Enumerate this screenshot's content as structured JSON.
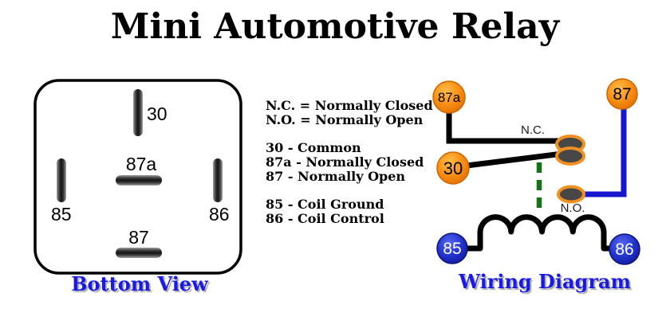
{
  "title": "Mini Automotive Relay",
  "legend": {
    "abbrev": [
      "N.C. = Normally Closed",
      "N.O. = Normally Open"
    ],
    "contact_pins": [
      "30 - Common",
      "87a - Normally Closed",
      "87 - Normally Open"
    ],
    "coil_pins": [
      "85 - Coil Ground",
      "86 - Coil Control"
    ]
  },
  "bottom_view": {
    "caption": "Bottom View",
    "pin_labels": {
      "common": "30",
      "normally_closed": "87a",
      "coil_ground": "85",
      "coil_control": "86",
      "normally_open": "87"
    }
  },
  "wiring_diagram": {
    "caption": "Wiring Diagram",
    "terminal_labels": {
      "normally_closed": "87a",
      "normally_open": "87",
      "common": "30",
      "coil_ground": "85",
      "coil_control": "86"
    },
    "contact_labels": {
      "nc": "N.C.",
      "no": "N.O."
    }
  },
  "colors": {
    "caption_blue": "#1a1ae6",
    "terminal_orange": "#f78c12",
    "terminal_blue": "#2233cc",
    "wire_black": "#000000",
    "wire_blue": "#1616cc",
    "mechanical_link_green": "#157315",
    "contact_ring_orange": "#f09020",
    "contact_fill_gray": "#474747"
  }
}
